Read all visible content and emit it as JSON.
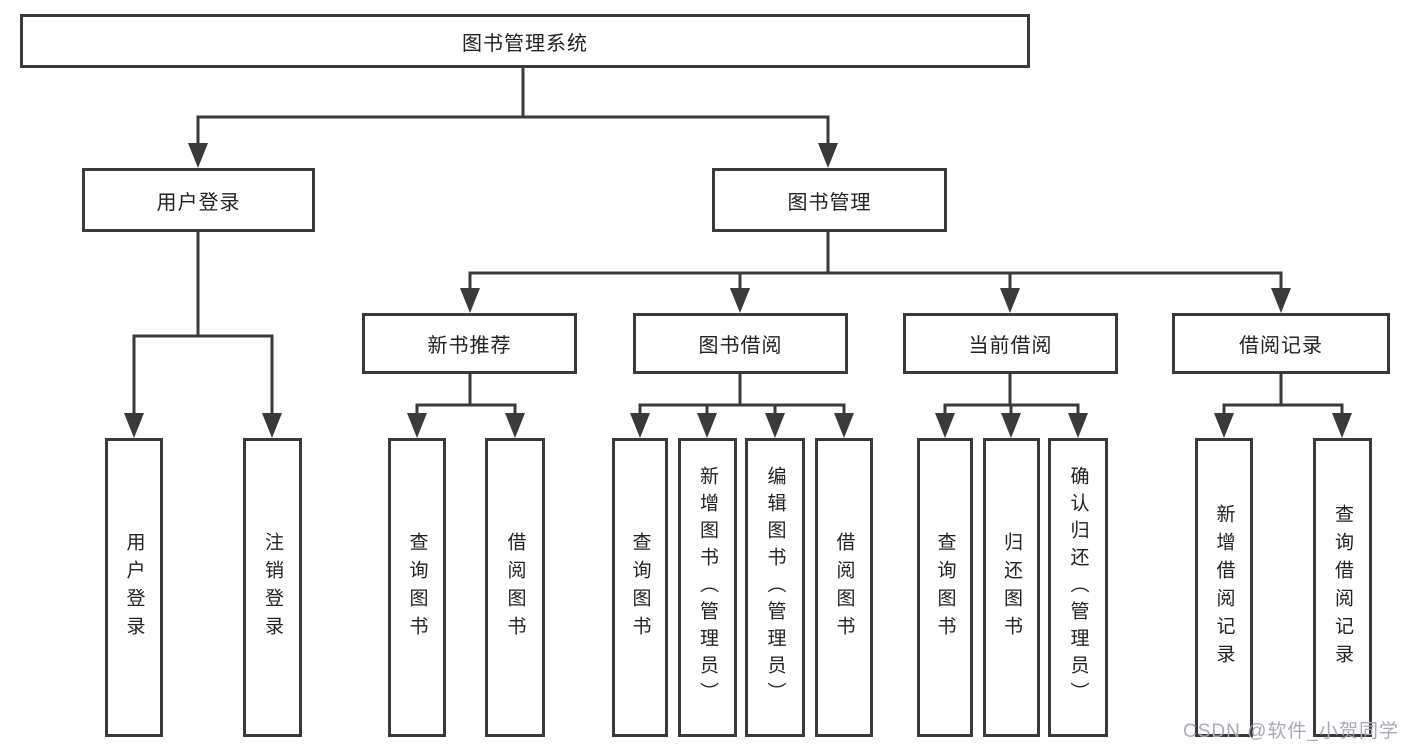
{
  "diagram_title": "图书管理系统",
  "tree": {
    "label": "图书管理系统",
    "children": [
      {
        "label": "用户登录",
        "children": [
          {
            "label": "用户登录"
          },
          {
            "label": "注销登录"
          }
        ]
      },
      {
        "label": "图书管理",
        "children": [
          {
            "label": "新书推荐",
            "children": [
              {
                "label": "查询图书"
              },
              {
                "label": "借阅图书"
              }
            ]
          },
          {
            "label": "图书借阅",
            "children": [
              {
                "label": "查询图书"
              },
              {
                "label": "新增图书（管理员）"
              },
              {
                "label": "编辑图书（管理员）"
              },
              {
                "label": "借阅图书"
              }
            ]
          },
          {
            "label": "当前借阅",
            "children": [
              {
                "label": "查询图书"
              },
              {
                "label": "归还图书"
              },
              {
                "label": "确认归还（管理员）"
              }
            ]
          },
          {
            "label": "借阅记录",
            "children": [
              {
                "label": "新增借阅记录"
              },
              {
                "label": "查询借阅记录"
              }
            ]
          }
        ]
      }
    ]
  },
  "watermark": {
    "text": "CSDN @软件_小贺同学",
    "color": "#a9aab8"
  },
  "colors": {
    "line": "#3a3a3a",
    "border": "#3a3a3a",
    "text": "#222222",
    "background": "#ffffff"
  }
}
